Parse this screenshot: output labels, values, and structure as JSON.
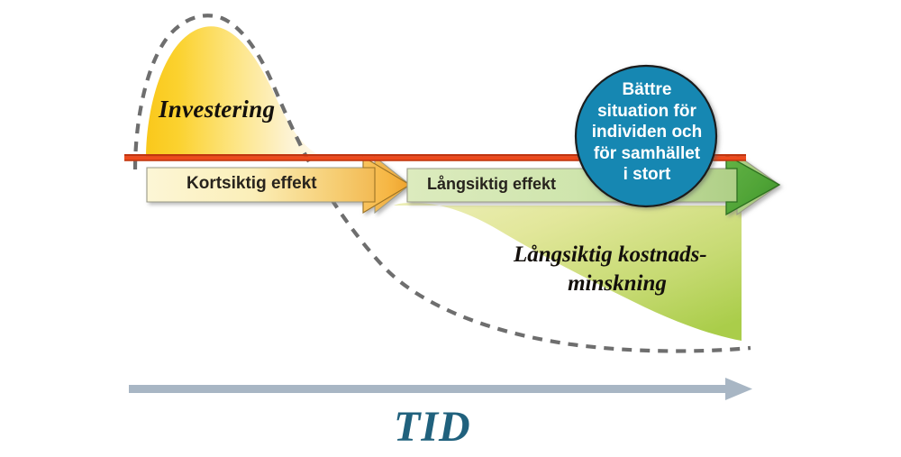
{
  "diagram": {
    "title_axis": "TID",
    "investment": {
      "label": "Investering",
      "curve_name": "investment-hump"
    },
    "short_term": {
      "label": "Kortsiktig effekt"
    },
    "long_term": {
      "label": "Långsiktig effekt"
    },
    "cost_reduction": {
      "line1": "Långsiktig kostnads-",
      "line2": "minskning"
    },
    "outcome_circle": {
      "lines": [
        "Bättre",
        "situation för",
        "individen och",
        "för samhället",
        "i stort"
      ],
      "text": "Bättre situation för individen och för samhället i stort"
    },
    "baseline": {
      "name": "baseline-red-line"
    }
  },
  "colors": {
    "circle_blue": "#1587b2",
    "circle_stroke": "#1a1a1a",
    "baseline_red": "#e8411a",
    "baseline_red_dark": "#c0340f",
    "yellow_dark": "#facd22",
    "yellow_light": "#fdf7e2",
    "bar_short_left": "#fbf3c8",
    "bar_short_right": "#efa838",
    "arrow_orange": "#f5b642",
    "bar_long_left": "#d9e8b9",
    "bar_long_right": "#a8c97f",
    "arrow_green": "#56a93a",
    "area_green_light": "#e4e8a0",
    "area_green_dark": "#afcf4e",
    "dashed_gray": "#6e6e6e",
    "axis_arrow": "#a8b6c4",
    "tid_text": "#20617d",
    "text_dark": "#14100c"
  }
}
